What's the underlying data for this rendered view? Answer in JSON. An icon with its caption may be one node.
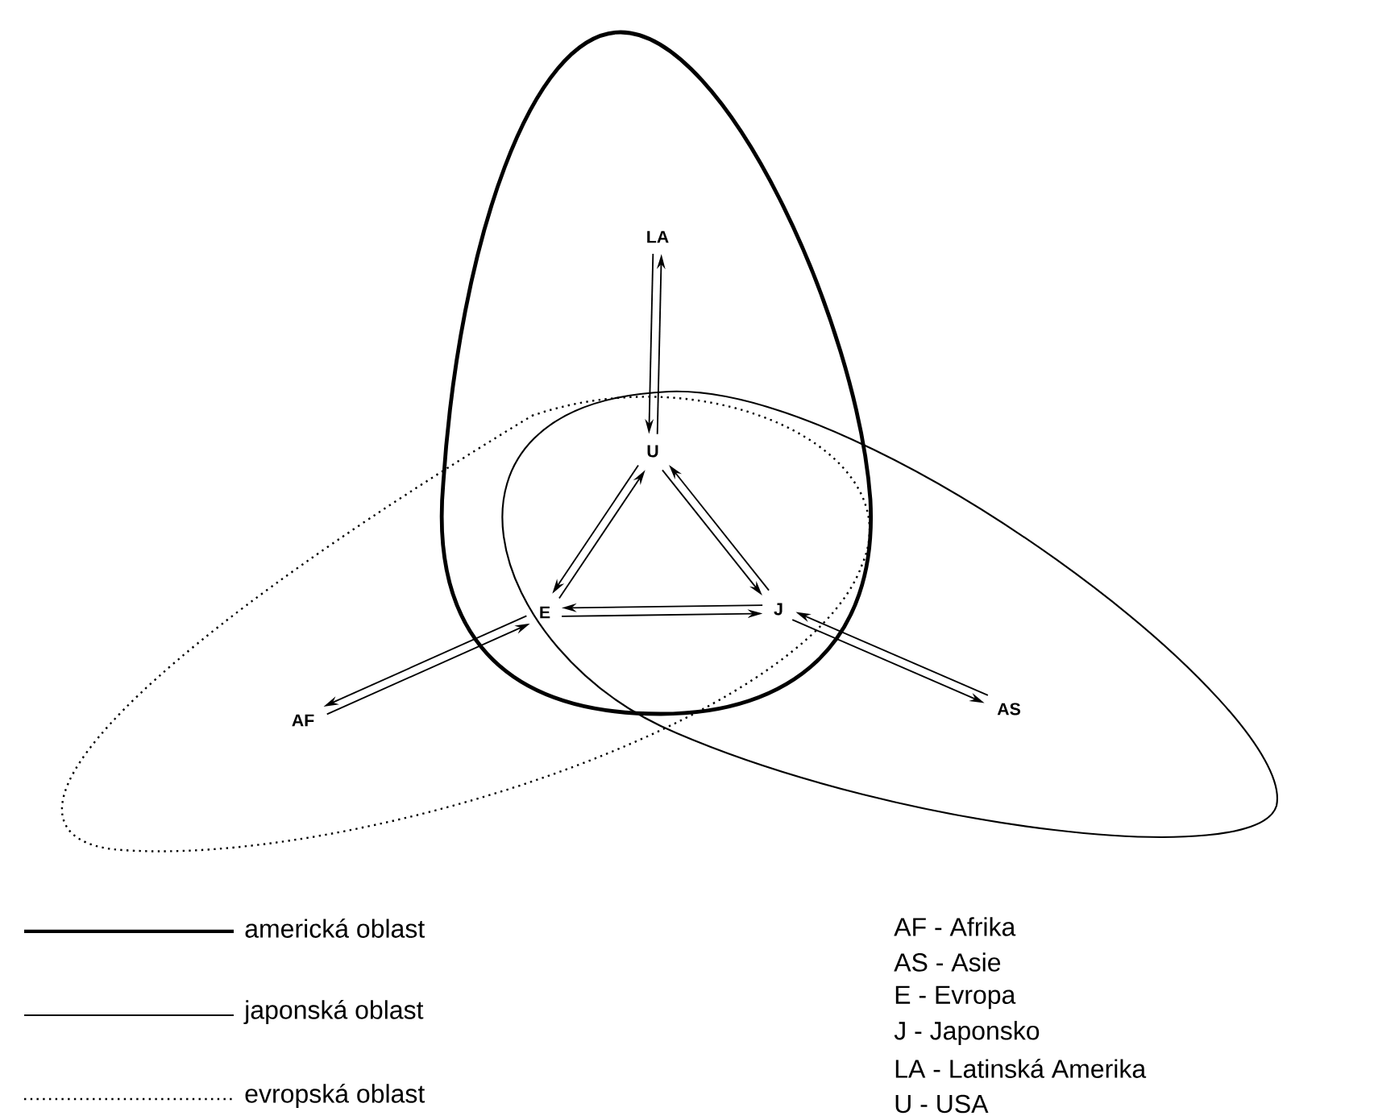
{
  "diagram": {
    "nodes": [
      {
        "text": [
          "LA"
        ]
      },
      {
        "text": [
          "U"
        ]
      },
      {
        "text": [
          "E"
        ]
      },
      {
        "text": [
          "J"
        ]
      },
      {
        "text": [
          "AF"
        ]
      },
      {
        "text": [
          "AS"
        ]
      }
    ],
    "edges": [
      {
        "from": 0,
        "to": 1,
        "arrow": "to"
      },
      {
        "from": 1,
        "to": 0,
        "arrow": "to"
      },
      {
        "from": 1,
        "to": 2,
        "arrow": "to"
      },
      {
        "from": 2,
        "to": 1,
        "arrow": "to"
      },
      {
        "from": 1,
        "to": 3,
        "arrow": "to"
      },
      {
        "from": 3,
        "to": 1,
        "arrow": "to"
      },
      {
        "from": 2,
        "to": 3,
        "arrow": "to"
      },
      {
        "from": 3,
        "to": 2,
        "arrow": "to"
      },
      {
        "from": 2,
        "to": 4,
        "arrow": "to"
      },
      {
        "from": 4,
        "to": 2,
        "arrow": "to"
      },
      {
        "from": 3,
        "to": 5,
        "arrow": "to"
      },
      {
        "from": 5,
        "to": 3,
        "arrow": "to"
      }
    ],
    "labels": [
      "AF - Afrika",
      "AS - Asie",
      "E - Evropa",
      "J - Japonsko",
      "LA - Latinská Amerika",
      "U - USA"
    ],
    "legend": [
      {
        "text": "americká oblast"
      },
      {
        "text": "japonská oblast"
      },
      {
        "text": "evropská oblast"
      }
    ]
  }
}
